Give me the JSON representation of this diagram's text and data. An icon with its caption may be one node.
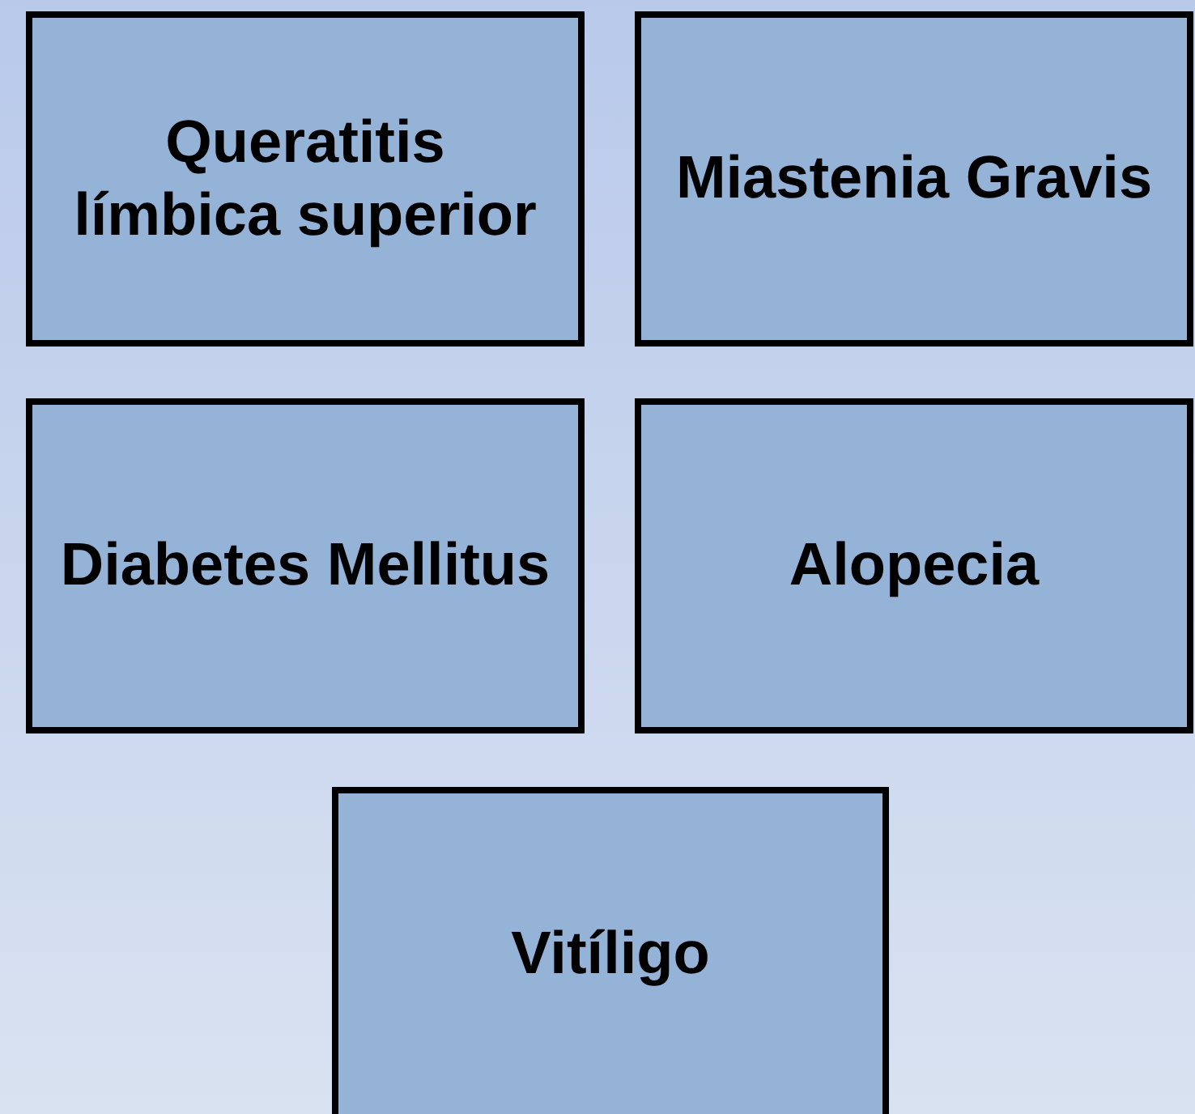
{
  "diagram": {
    "nodes": [
      {
        "text": [
          "Queratitis límbica superior"
        ]
      },
      {
        "text": [
          "Miastenia Gravis"
        ]
      },
      {
        "text": [
          "Diabetes Mellitus"
        ]
      },
      {
        "text": [
          "Alopecia"
        ]
      },
      {
        "text": [
          "Vitíligo"
        ]
      }
    ]
  }
}
